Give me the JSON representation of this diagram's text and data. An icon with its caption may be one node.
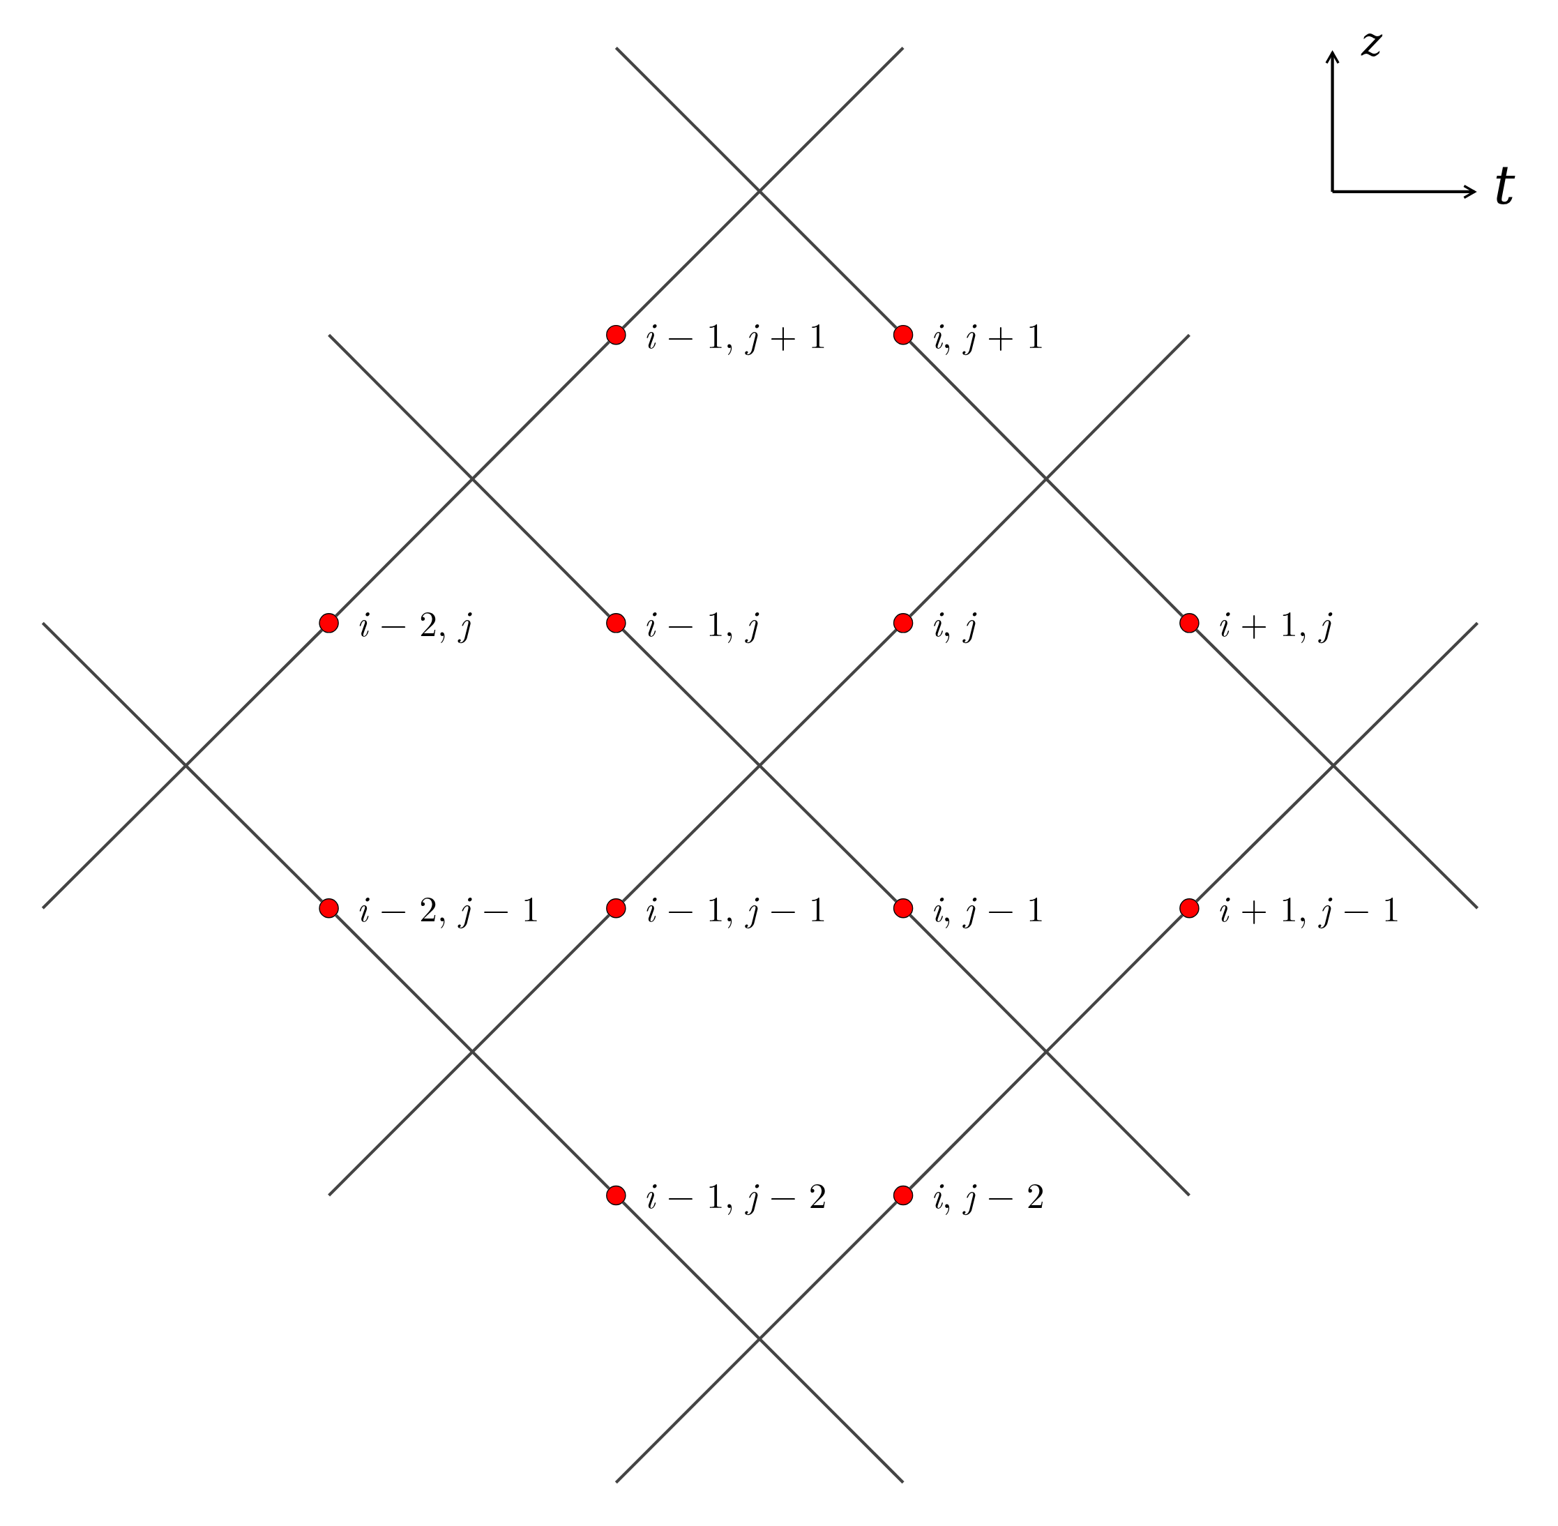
{
  "diagram": {
    "nodes": [
      {
        "text": [],
        "shape": "circle",
        "beside": [
          "*i* − 1, *j* + 1"
        ]
      },
      {
        "text": [],
        "shape": "circle",
        "beside": [
          "*i*, *j* + 1"
        ]
      },
      {
        "text": [],
        "shape": "circle",
        "beside": [
          "*i* − 2, *j*"
        ]
      },
      {
        "text": [],
        "shape": "circle",
        "beside": [
          "*i* − 1, *j*"
        ]
      },
      {
        "text": [],
        "shape": "circle",
        "beside": [
          "*i*, *j*"
        ]
      },
      {
        "text": [],
        "shape": "circle",
        "beside": [
          "*i* + 1, *j*"
        ]
      },
      {
        "text": [],
        "shape": "circle",
        "beside": [
          "*i* − 2, *j* − 1"
        ]
      },
      {
        "text": [],
        "shape": "circle",
        "beside": [
          "*i* − 1, *j* − 1"
        ]
      },
      {
        "text": [],
        "shape": "circle",
        "beside": [
          "*i*, *j* − 1"
        ]
      },
      {
        "text": [],
        "shape": "circle",
        "beside": [
          "*i* + 1, *j* − 1"
        ]
      },
      {
        "text": [],
        "shape": "circle",
        "beside": [
          "*i* − 1, *j* − 2"
        ]
      },
      {
        "text": [],
        "shape": "circle",
        "beside": [
          "*i*, *j* − 2"
        ]
      }
    ],
    "edges": [
      {
        "from": 2,
        "to": 0,
        "arrow": "none"
      },
      {
        "from": 7,
        "to": 4,
        "arrow": "none"
      },
      {
        "from": 11,
        "to": 9,
        "arrow": "none"
      },
      {
        "from": 1,
        "to": 5,
        "arrow": "none"
      },
      {
        "from": 3,
        "to": 8,
        "arrow": "none"
      },
      {
        "from": 6,
        "to": 10,
        "arrow": "none"
      }
    ],
    "labels": [
      "z",
      "t"
    ]
  }
}
